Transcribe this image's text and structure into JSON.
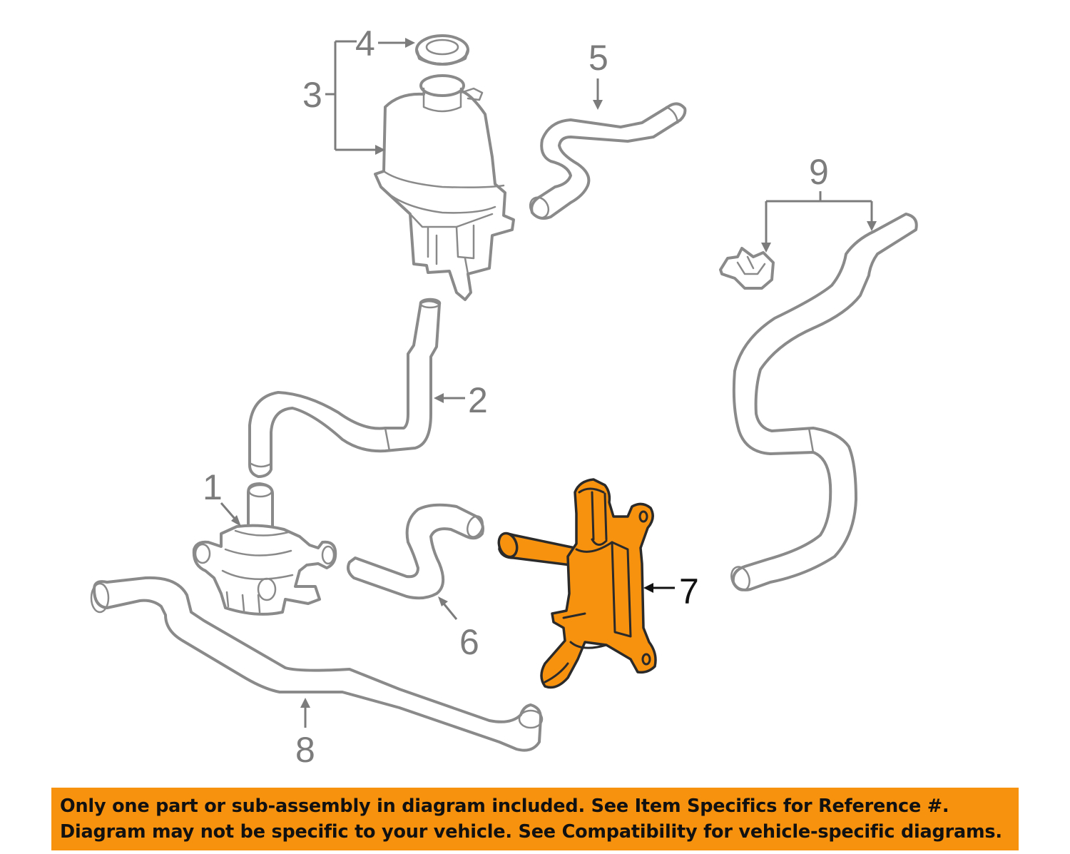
{
  "diagram": {
    "callouts": [
      {
        "id": "1",
        "label": "1"
      },
      {
        "id": "2",
        "label": "2"
      },
      {
        "id": "3",
        "label": "3"
      },
      {
        "id": "4",
        "label": "4"
      },
      {
        "id": "5",
        "label": "5"
      },
      {
        "id": "6",
        "label": "6"
      },
      {
        "id": "7",
        "label": "7"
      },
      {
        "id": "8",
        "label": "8"
      },
      {
        "id": "9",
        "label": "9"
      }
    ],
    "highlighted_part": "7",
    "colors": {
      "highlight": "#f7920f",
      "part_outline": "#8a8a8a",
      "banner_background": "#f7920f",
      "banner_text": "#111111"
    }
  },
  "disclaimer": {
    "line1": "Only one part or sub-assembly in diagram included. See Item Specifics for Reference #.",
    "line2": "Diagram may not be specific to your vehicle. See Compatibility for vehicle-specific diagrams."
  }
}
